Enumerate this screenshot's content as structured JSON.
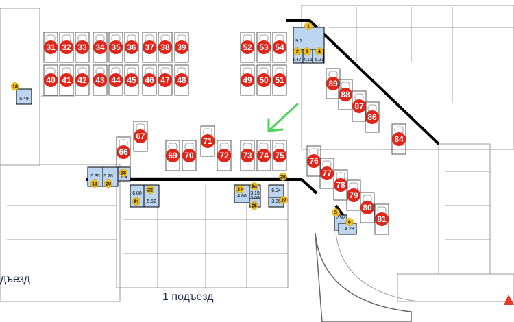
{
  "labels": {
    "entrance_1": "1 подъезд",
    "entrance_partial": "дъезд"
  },
  "parking_spots": [
    "31",
    "32",
    "33",
    "34",
    "35",
    "36",
    "37",
    "38",
    "39",
    "52",
    "53",
    "54",
    "40",
    "41",
    "42",
    "43",
    "44",
    "45",
    "46",
    "47",
    "48",
    "49",
    "50",
    "51",
    "89",
    "88",
    "87",
    "86",
    "84",
    "67",
    "66",
    "71",
    "69",
    "70",
    "72",
    "73",
    "74",
    "75",
    "76",
    "77",
    "78",
    "79",
    "80",
    "81"
  ],
  "storage": [
    {
      "num": "1",
      "area": "9.1"
    },
    {
      "num": "2",
      "area": "4.47"
    },
    {
      "num": "3",
      "area": "4.16"
    },
    {
      "num": "4",
      "area": "6.21"
    },
    {
      "num": "18",
      "area": "5.49"
    },
    {
      "num": "19",
      "area": "5.35"
    },
    {
      "num": "20",
      "area": "5.26"
    },
    {
      "num": "28",
      "area": "6.8"
    },
    {
      "num": "21",
      "area": "6.80"
    },
    {
      "num": "22",
      "area": "5.52"
    },
    {
      "num": "23",
      "area": "4.80"
    },
    {
      "num": "24",
      "area": "3.19"
    },
    {
      "num": "25",
      "area": "3.09"
    },
    {
      "num": "26",
      "area": "6.04"
    },
    {
      "num": "27",
      "area": "3.86"
    },
    {
      "num": "5",
      "area": "2.92"
    },
    {
      "num": "6",
      "area": "4.28"
    }
  ],
  "colors": {
    "spot": "#e0261b",
    "badge": "#f6c21a",
    "storage": "#bcd6f2",
    "wall": "#000000",
    "arrow": "#4cd35a",
    "label": "#1f2d4d"
  }
}
